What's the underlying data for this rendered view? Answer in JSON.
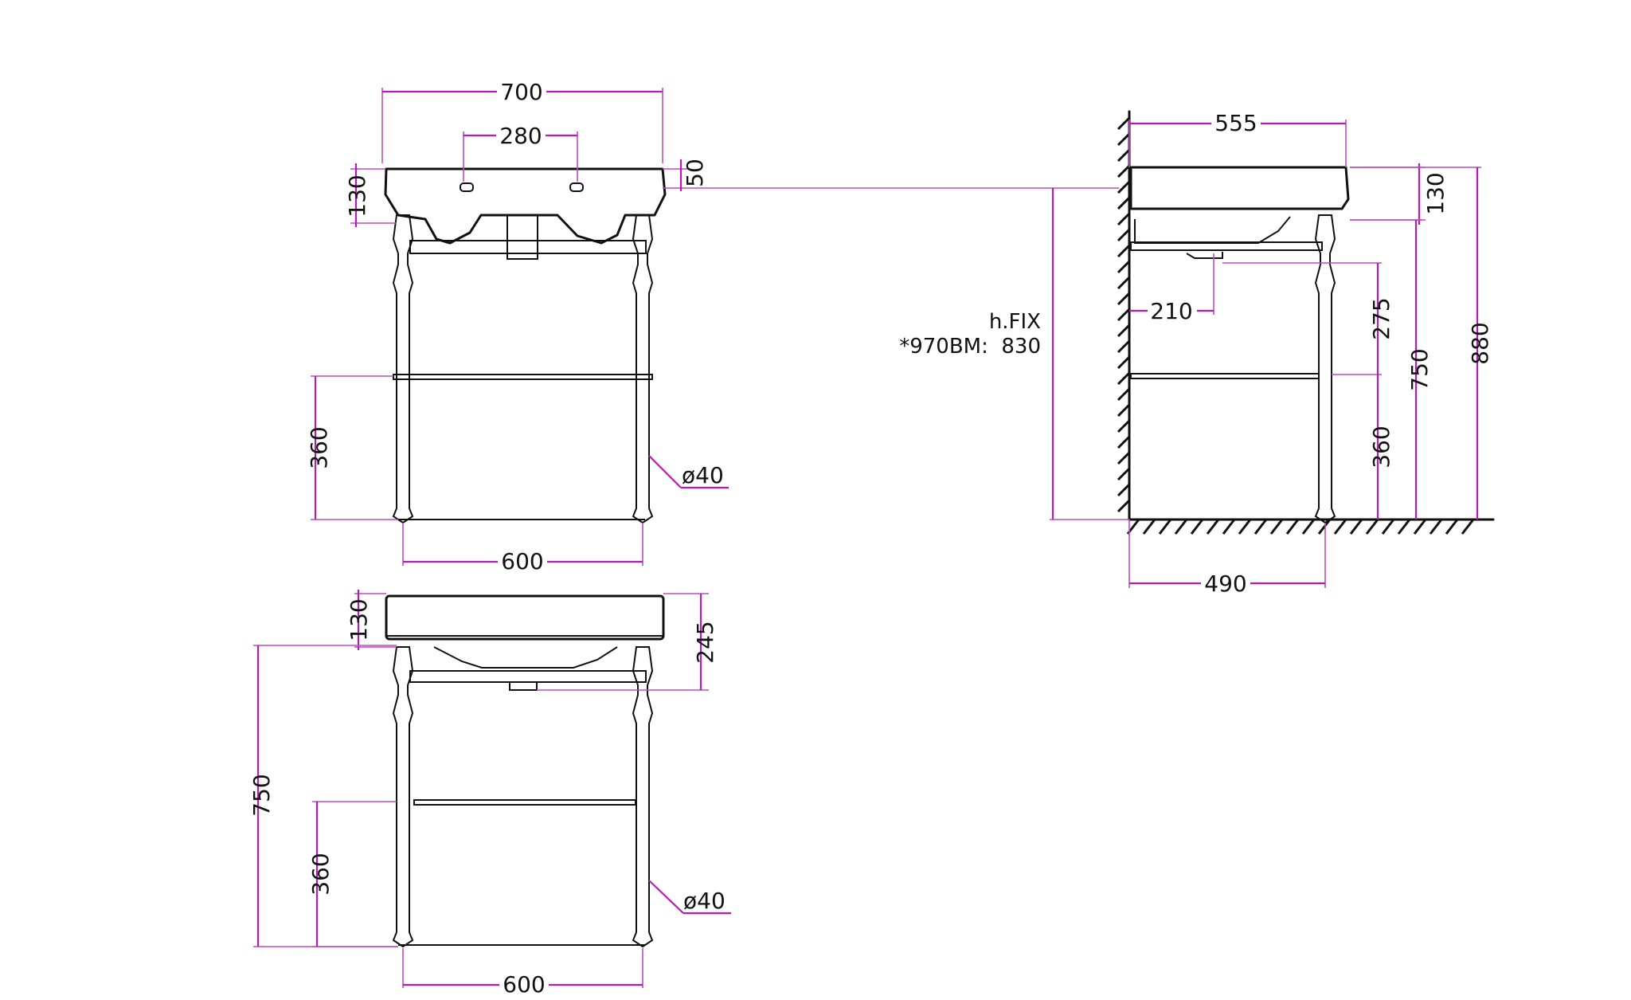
{
  "front_view": {
    "width": "700",
    "tap_holes": "280",
    "rim_offset": "50",
    "basin_height": "130",
    "shelf_height": "360",
    "leg_diameter": "ø40",
    "leg_span": "600"
  },
  "lower_view": {
    "basin_height": "130",
    "waste_height": "245",
    "total_height": "750",
    "shelf_height": "360",
    "leg_diameter": "ø40",
    "leg_span": "600"
  },
  "side_view": {
    "depth": "555",
    "basin_height": "130",
    "waste_offset": "210",
    "waste_drop": "275",
    "frame_height": "750",
    "overall_height": "880",
    "shelf_height": "360",
    "leg_depth": "490",
    "fix_label": "h.FIX",
    "fix_note": "*970BM:  830"
  },
  "colors": {
    "outline": "#111111",
    "dimension": "#b41db4"
  }
}
